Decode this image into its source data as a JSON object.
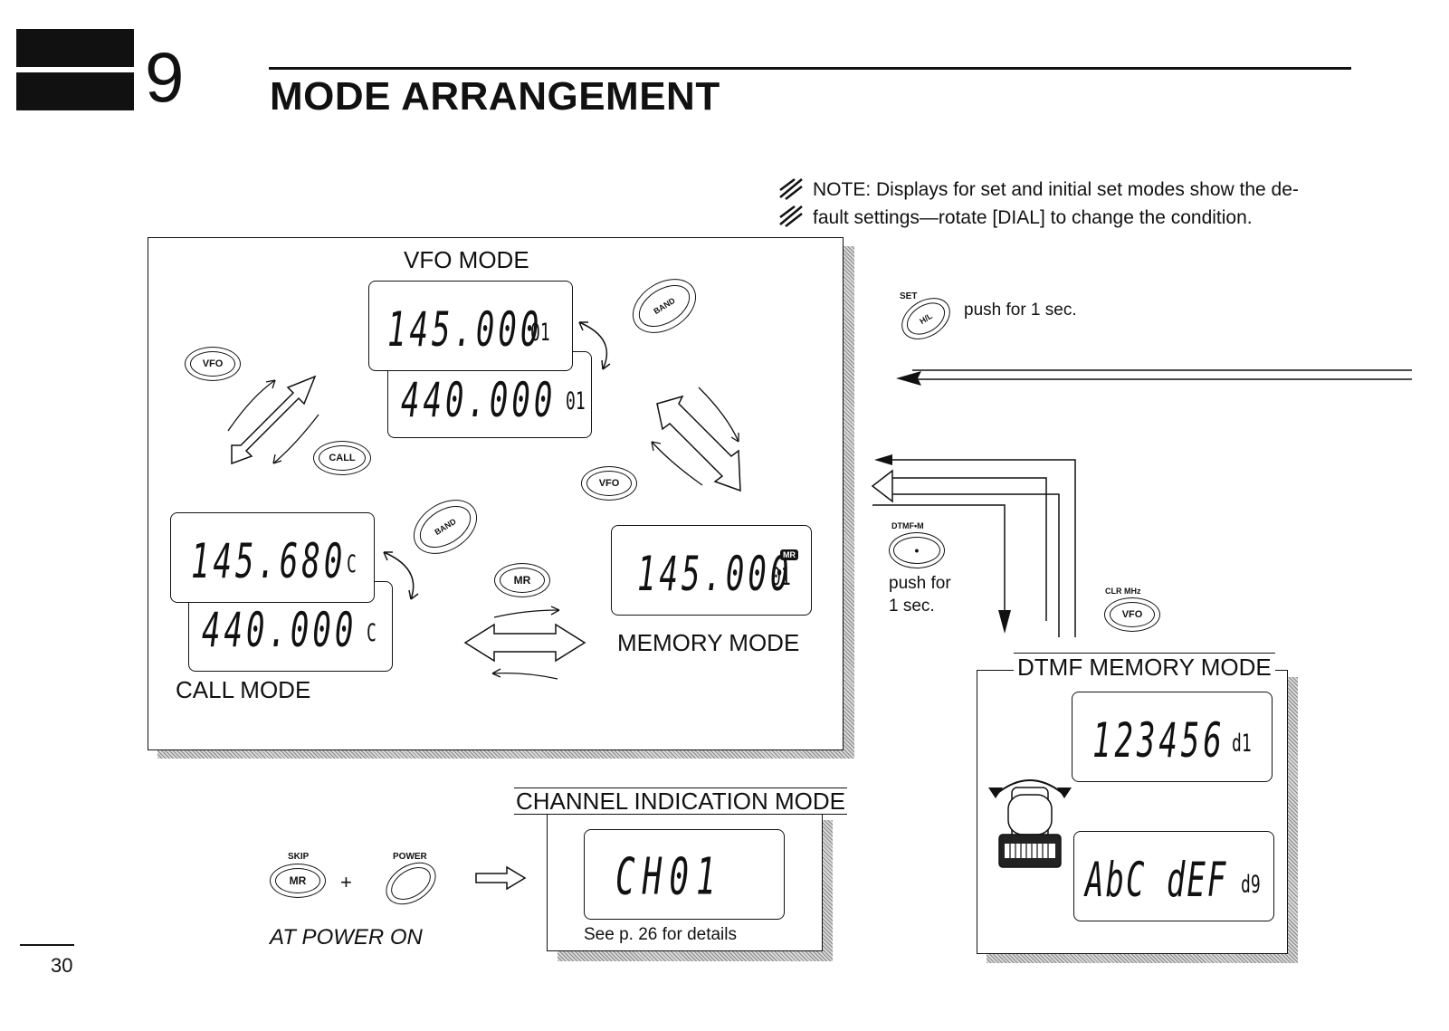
{
  "header": {
    "chapter_number": "9",
    "title": "MODE ARRANGEMENT"
  },
  "note": {
    "line1": "NOTE: Displays for set and initial set modes show the de-",
    "line2": "fault settings—rotate [DIAL] to change the condition."
  },
  "vfo_mode": {
    "label": "VFO MODE",
    "display_main": "145.000",
    "display_main_sub": "01",
    "display_back": "440.000",
    "display_back_sub": "01"
  },
  "call_mode": {
    "label": "CALL MODE",
    "display_main": "145.680",
    "display_main_sub": "C",
    "display_back": "440.000",
    "display_back_sub": "C"
  },
  "memory_mode": {
    "label": "MEMORY MODE",
    "display": "145.000",
    "display_sub": "01",
    "badge": "MR"
  },
  "buttons": {
    "vfo": "VFO",
    "call": "CALL",
    "band": "BAND",
    "mr": "MR",
    "hl": "H/L",
    "set_label": "SET",
    "dtmf_label": "DTMF•M",
    "dtmf_key": "•",
    "clr_label": "CLR MHz",
    "skip_label": "SKIP",
    "power_label": "POWER"
  },
  "instructions": {
    "set_push": "push for 1 sec.",
    "dtmf_push_line1": "push for",
    "dtmf_push_line2": "1 sec.",
    "plus": "+",
    "at_power_on": "AT POWER ON"
  },
  "dtmf_memory_mode": {
    "label": "DTMF MEMORY MODE",
    "display1": "123456",
    "display1_sub": "d1",
    "display2": "AbC dEF",
    "display2_sub": "d9"
  },
  "channel_mode": {
    "label": "CHANNEL INDICATION MODE",
    "display": "CH01",
    "footnote": "See p. 26 for details"
  },
  "page_number": "30"
}
